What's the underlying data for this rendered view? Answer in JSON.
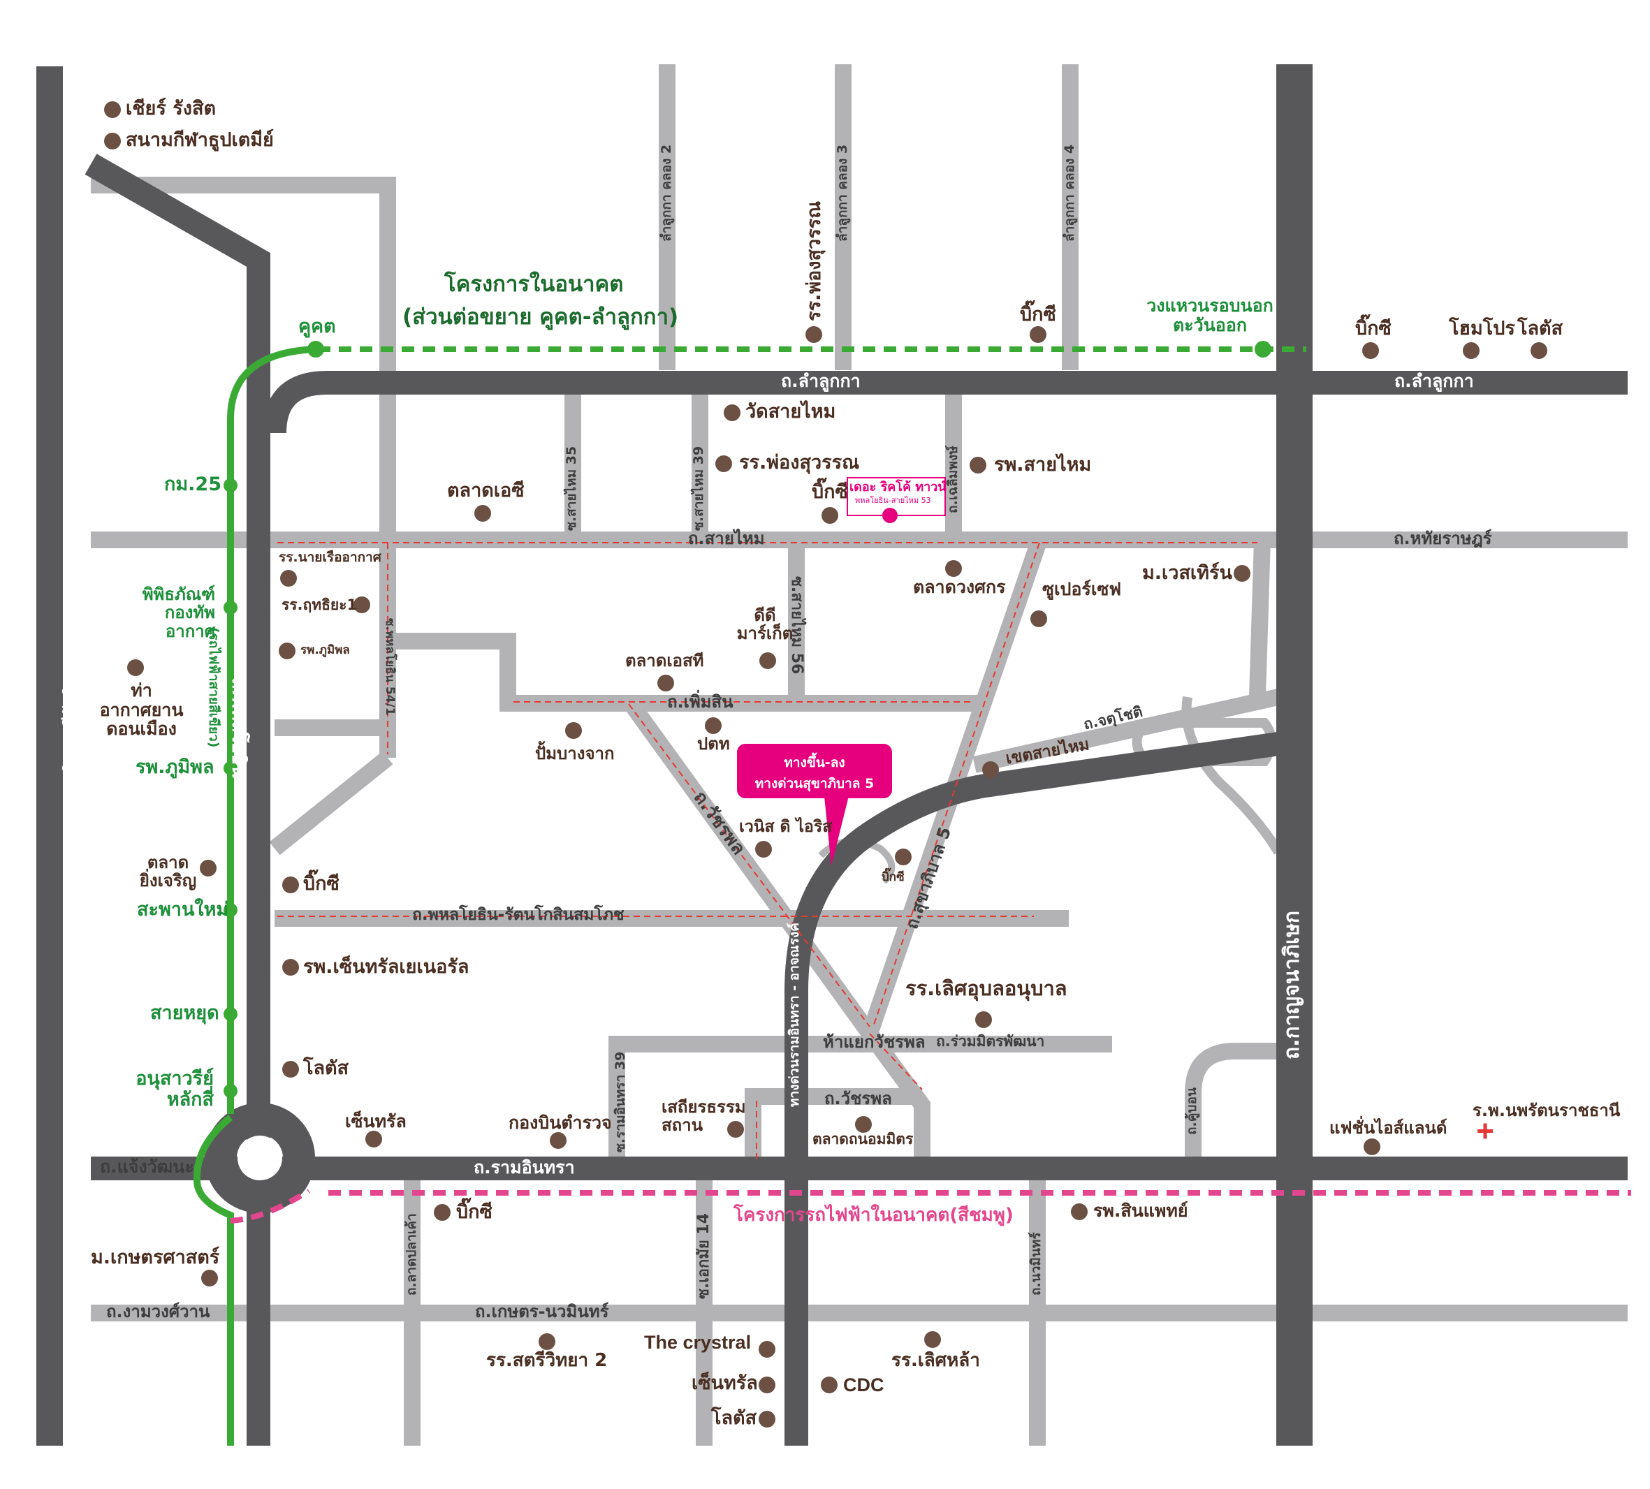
{
  "colors": {
    "main_road": "#58585a",
    "minor_road": "#b3b3b5",
    "green_line": "#3aaa35",
    "pink_line": "#e4468d",
    "landmark": "#6b5043",
    "project_pin": "#e6007e",
    "hospital_cross": "#e53935"
  },
  "roads": {
    "vibhavadi": "ถ.วิภาวดีรังสิต",
    "phahonyothin": "ถ.พหลโยธิน",
    "lamlukka_w": "ถ.ลำลูกกา",
    "lamlukka_e": "ถ.ลำลูกกา",
    "saimai": "ถ.สายไหม",
    "hathairat": "ถ.หทัยราษฎร์",
    "permsin": "ถ.เพิ่มสิน",
    "chatuchot": "ถ.จตุโชติ",
    "watcharaphon_diag": "ถ.วัชรพล",
    "sukhaphiban5": "ถ.สุขาภิบาล 5",
    "phahon_ratana": "ถ.พหลโยธิน-รัตนโกสินสมโภช",
    "kanchanaphisek": "ถ.กาญจนาภิเษก",
    "expressway": "ทางด่วนรามอินทรา - อาจณรงค์",
    "ram_intra": "ถ.รามอินทรา",
    "chaeng_watthana": "ถ.แจ้งวัฒนะ",
    "ngam_wong_wan": "ถ.งามวงศ์วาน",
    "kaset_nawamin": "ถ.เกษตร-นวมินทร์",
    "watcharaphon_s": "ถ.วัชรพล",
    "ruam_mit": "ถ.ร่วมมิตรพัฒนา",
    "lamlukka_khlong2": "ลำลูกกา คลอง 2",
    "lamlukka_khlong3": "ลำลูกกา คลอง 3",
    "lamlukka_khlong4": "ลำลูกกา คลอง 4",
    "soi_saimai35": "ซ.สายไหม 35",
    "soi_saimai39": "ซ.สายไหม 39",
    "chaloem_phong": "ถ.เฉลิมพงษ์",
    "soi_saimai56": "ซ.สายไหม 56",
    "soi_phahon54_1": "ซ.พหลโยธิน 54/1",
    "soi_ram_intra39": "ซ.รามอินทรา 39",
    "lat_pla_khao": "ถ.ลาดปลาเค้า",
    "soi_ekamai14": "ซ.เอกมัย 14",
    "nawamin": "ถ.นวมินทร์",
    "khu_bon": "ถ.คู้บอน"
  },
  "green_line": {
    "vertical_label": "(รถไฟฟ้าสายสีเขียว)",
    "stations": [
      "คูคต",
      "กม.25",
      "พิพิธภัณฑ์\nกองทัพอากาศ",
      "รพ.ภูมิพล",
      "สะพานใหม่",
      "สายหยุด",
      "อนุสาวรีย์\nหลักสี่"
    ],
    "future_title": "โครงการในอนาคต",
    "future_sub": "(ส่วนต่อขยาย คูคต-ลำลูกกา)",
    "outer_ring": "วงแหวนรอบนอก\nตะวันออก"
  },
  "pink_line": {
    "label": "โครงการรถไฟฟ้าในอนาคต(สีชมพู)"
  },
  "project": {
    "name": "เดอะ ริคโค้ ทาวน์",
    "sub": "พหลโยธิน-สายไหม 53"
  },
  "callout": {
    "line1": "ทางขึ้น-ลง",
    "line2": "ทางด่วนสุขาภิบาล 5"
  },
  "landmarks": [
    "เชียร์ รังสิต",
    "สนามกีฬาธูปเตมีย์",
    "รร.พ่องสุวรรณ",
    "บิ๊กซี",
    "บิ๊กซี",
    "โฮมโปร",
    "โลตัส",
    "วัดสายไหม",
    "รร.พ่องสุวรรณ",
    "รพ.สายไหม",
    "ตลาดเอซี",
    "บิ๊กซี",
    "รร.นายเรืออากาศ",
    "รร.ฤทธิยะ1",
    "รพ.ภูมิพล",
    "ท่าอากาศยาน\nดอนเมือง",
    "ตลาดวงศกร",
    "ซูเปอร์เซฟ",
    "ม.เวสเทิร์น",
    "ดีดี\nมาร์เก็ต",
    "ตลาดเอสที",
    "ปั้มบางจาก",
    "ปตท",
    "เขตสายไหม",
    "เวนิส ดิ ไอริส",
    "บิ๊กซี",
    "ตลาด\nยิ่งเจริญ",
    "บิ๊กซี",
    "รพ.เซ็นทรัลเยเนอรัล",
    "รร.เลิศอุบลอนุบาล",
    "ห้าแยกวัชรพล",
    "โลตัส",
    "เซ็นทรัล",
    "กองบินตำรวจ",
    "เสถียรธรรม\nสถาน",
    "ตลาดถนอมมิตร",
    "แฟชั่นไอส์แลนด์",
    "ร.พ.นพรัตนราชธานี",
    "บิ๊กซี",
    "รพ.สินแพทย์",
    "ม.เกษตรศาสตร์",
    "รร.สตรีวิทยา 2",
    "The crystral",
    "เซ็นทรัล",
    "โลตัส",
    "CDC",
    "รร.เลิศหล้า"
  ]
}
